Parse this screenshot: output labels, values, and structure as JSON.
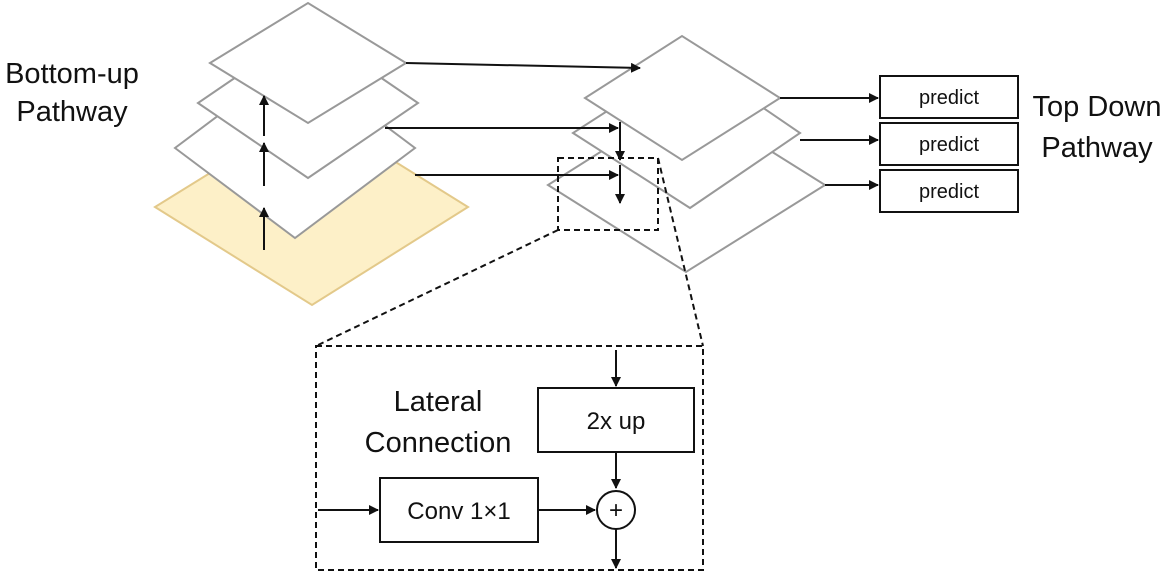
{
  "labels": {
    "bottom_up_line1": "Bottom-up",
    "bottom_up_line2": "Pathway",
    "top_down_line1": "Top Down",
    "top_down_line2": "Pathway",
    "predict_1": "predict",
    "predict_2": "predict",
    "predict_3": "predict",
    "lateral_line1": "Lateral",
    "lateral_line2": "Connection",
    "upsample": "2x up",
    "conv": "Conv 1×1",
    "sum": "+"
  },
  "colors": {
    "base_layer_fill": "#fdf0c8",
    "base_layer_stroke": "#e3c98a",
    "layer_stroke": "#999999",
    "line": "#111111"
  }
}
